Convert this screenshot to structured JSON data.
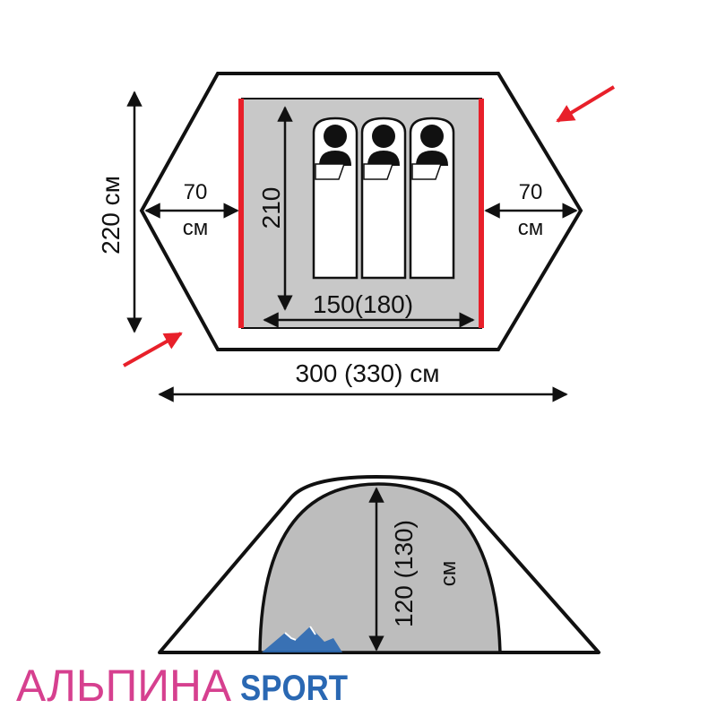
{
  "floor_plan": {
    "width_label": "220 см",
    "vestibule_left": {
      "value": "70",
      "unit": "см"
    },
    "vestibule_right": {
      "value": "70",
      "unit": "см"
    },
    "inner_length_label": "210",
    "inner_width_label": "150(180)",
    "total_length_label": "300 (330) см"
  },
  "side_view": {
    "height_label": "120 (130)",
    "height_unit": "см"
  },
  "logo": {
    "main": "АЛЬПИНА",
    "sub": "SPORT"
  },
  "colors": {
    "accent_red": "#e8202a",
    "floor_gray": "#c8c8c8",
    "dome_gray": "#bdbdbd",
    "outline": "#111111",
    "logo_pink": "#d6408f",
    "logo_blue": "#2a68b3"
  }
}
